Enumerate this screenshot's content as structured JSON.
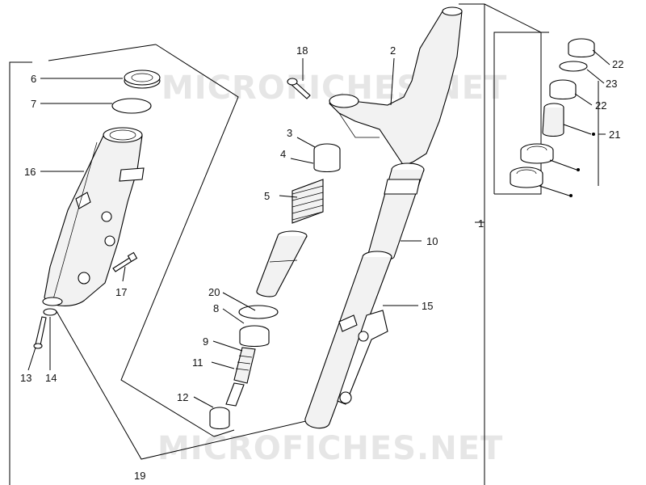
{
  "watermarks": [
    "MICROFICHES.NET",
    "MICROFICHES.NET"
  ],
  "callouts": {
    "c1": "1",
    "c2": "2",
    "c3": "3",
    "c4": "4",
    "c5": "5",
    "c6": "6",
    "c7": "7",
    "c8": "8",
    "c9": "9",
    "c10": "10",
    "c11": "11",
    "c12": "12",
    "c13": "13",
    "c14": "14",
    "c15": "15",
    "c16": "16",
    "c17": "17",
    "c18": "18",
    "c19": "19",
    "c20": "20",
    "c21": "21",
    "c22a": "22",
    "c22b": "22",
    "c23": "23"
  }
}
